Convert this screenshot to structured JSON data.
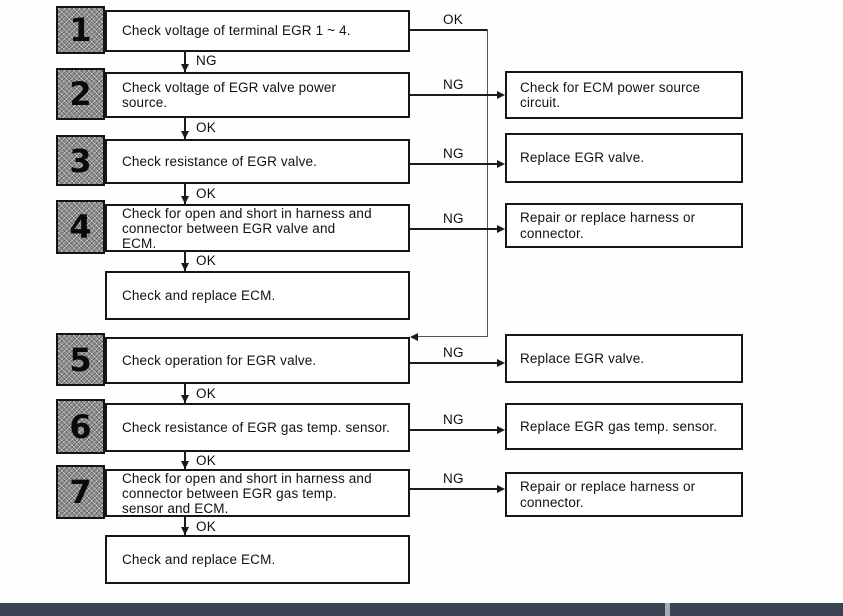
{
  "labels": {
    "ok": "OK",
    "ng": "NG"
  },
  "nodes": {
    "s1": {
      "number": "1",
      "text": "Check voltage of terminal EGR 1 ~ 4."
    },
    "s2": {
      "number": "2",
      "text": "Check voltage of EGR valve power\nsource."
    },
    "s3": {
      "number": "3",
      "text": "Check resistance of EGR valve."
    },
    "s4": {
      "number": "4",
      "text": "Check for open and short in harness and\nconnector between EGR valve and\nECM."
    },
    "ecm1": {
      "text": "Check and replace ECM."
    },
    "s5": {
      "number": "5",
      "text": "Check operation for EGR valve."
    },
    "s6": {
      "number": "6",
      "text": "Check resistance of EGR gas temp. sensor."
    },
    "s7": {
      "number": "7",
      "text": "Check for open and short in harness and\nconnector between EGR gas temp.\nsensor and ECM."
    },
    "ecm2": {
      "text": "Check and replace ECM."
    }
  },
  "results": {
    "r2": {
      "text": "Check for ECM power source\ncircuit."
    },
    "r3": {
      "text": "Replace EGR valve."
    },
    "r4": {
      "text": "Repair or replace harness or\nconnector."
    },
    "r5": {
      "text": "Replace EGR valve."
    },
    "r6": {
      "text": "Replace EGR gas temp. sensor."
    },
    "r7": {
      "text": "Repair or replace harness or\nconnector."
    }
  },
  "colors": {
    "bar": "#3b4352",
    "bar_divider": "#a3abb4",
    "line": "#1c1c1c"
  }
}
